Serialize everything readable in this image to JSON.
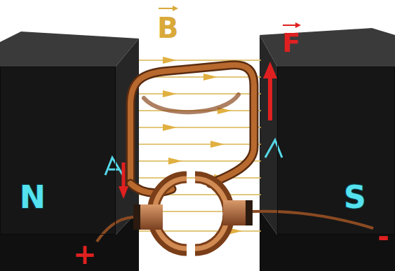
{
  "diagram": {
    "nodes": [
      {
        "text": [
          "N"
        ]
      },
      {
        "text": [
          "S"
        ]
      }
    ],
    "labels": [
      "B",
      "F",
      "+",
      "-"
    ]
  }
}
